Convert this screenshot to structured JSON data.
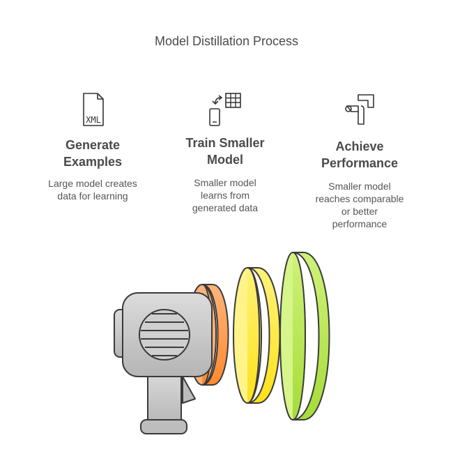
{
  "title": "Model Distillation Process",
  "steps": [
    {
      "icon": "xml-file-icon",
      "heading": "Generate\nExamples",
      "description": "Large model creates\ndata for learning"
    },
    {
      "icon": "device-transfer-table-icon",
      "heading": "Train Smaller\nModel",
      "description": "Smaller model\nlearns from\ngenerated data"
    },
    {
      "icon": "path-route-icon",
      "heading": "Achieve\nPerformance",
      "description": "Smaller model\nreaches comparable\nor better\nperformance"
    }
  ],
  "colors": {
    "ring_orange": "#FF9A4D",
    "ring_yellow": "#FFEB3B",
    "ring_green": "#B5E655",
    "device_gray": "#C9C9C9",
    "outline": "#3a3a3a"
  },
  "illustration": "megaphone-with-sound-waves"
}
